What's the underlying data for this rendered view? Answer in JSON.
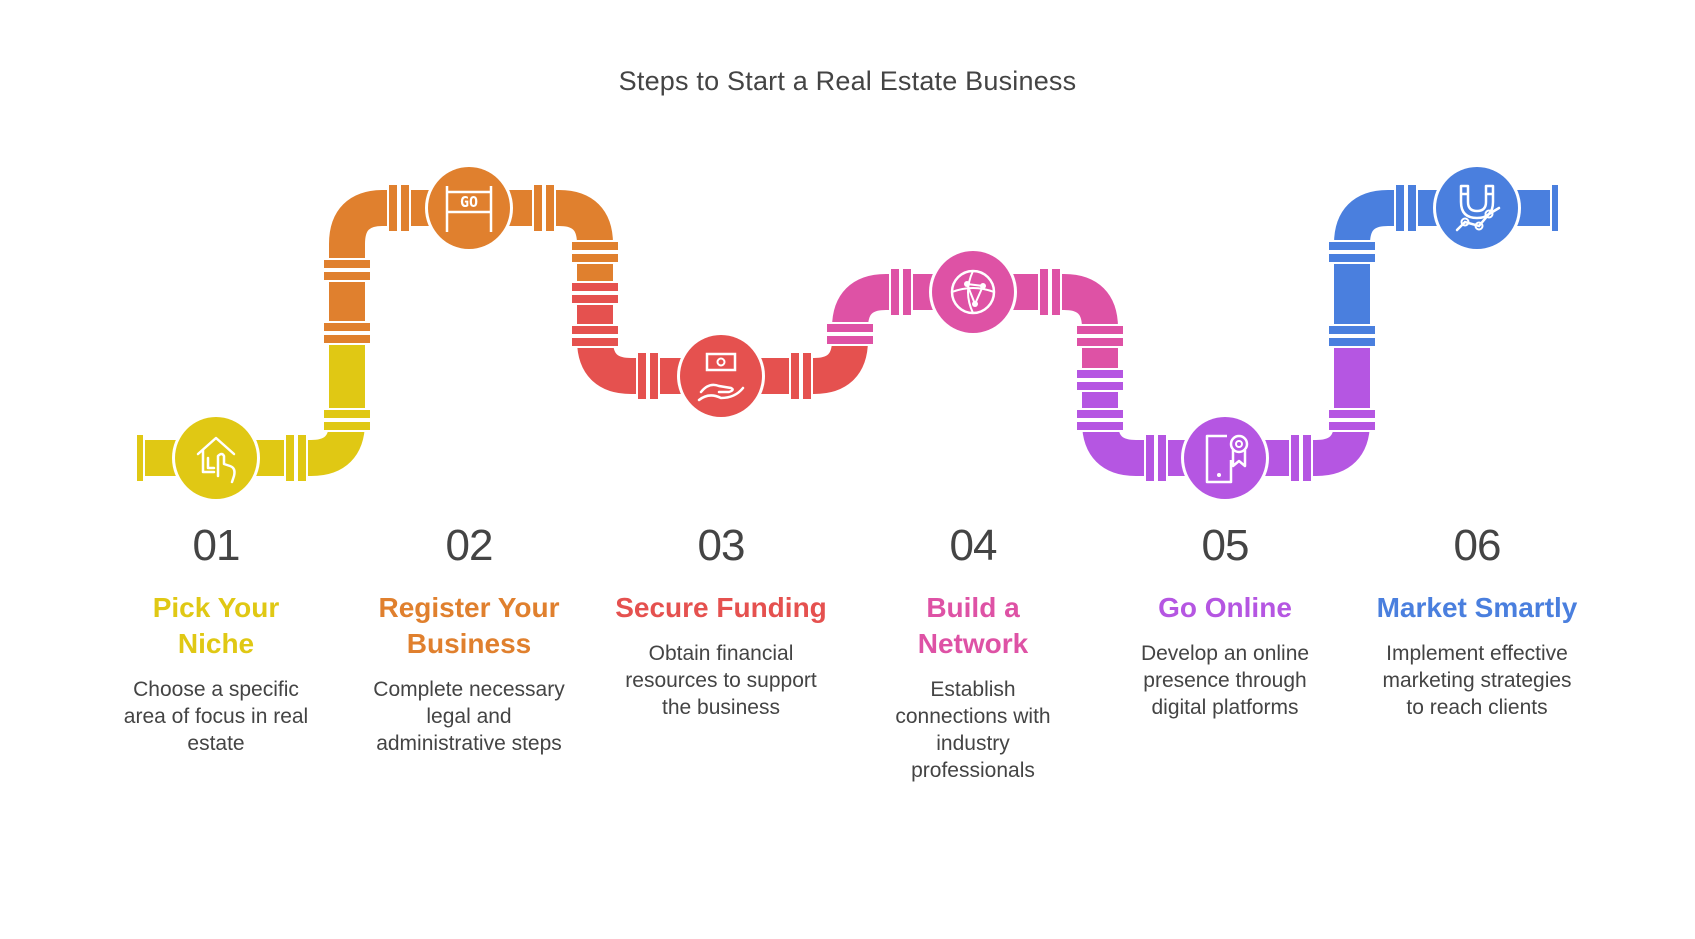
{
  "title": "Steps to Start a Real Estate Business",
  "steps": [
    {
      "number": "01",
      "heading_lines": [
        "Pick Your",
        "Niche"
      ],
      "description_lines": [
        "Choose a specific",
        "area of focus in real",
        "estate"
      ],
      "icon": "house-hand-icon",
      "color": "#E0C814"
    },
    {
      "number": "02",
      "heading_lines": [
        "Register Your",
        "Business"
      ],
      "description_lines": [
        "Complete necessary",
        "legal and",
        "administrative steps"
      ],
      "icon": "go-sign-icon",
      "color": "#E0802E"
    },
    {
      "number": "03",
      "heading_lines": [
        "Secure Funding"
      ],
      "description_lines": [
        "Obtain financial",
        "resources to support",
        "the business"
      ],
      "icon": "money-hand-icon",
      "color": "#E5514F"
    },
    {
      "number": "04",
      "heading_lines": [
        "Build a",
        "Network"
      ],
      "description_lines": [
        "Establish",
        "connections with",
        "industry",
        "professionals"
      ],
      "icon": "globe-network-icon",
      "color": "#DE52A5"
    },
    {
      "number": "05",
      "heading_lines": [
        "Go Online"
      ],
      "description_lines": [
        "Develop an online",
        "presence through",
        "digital platforms"
      ],
      "icon": "phone-award-icon",
      "color": "#B556E2"
    },
    {
      "number": "06",
      "heading_lines": [
        "Market Smartly"
      ],
      "description_lines": [
        "Implement effective",
        "marketing strategies",
        "to reach clients"
      ],
      "icon": "magnet-chart-icon",
      "color": "#4A7FDE"
    }
  ],
  "go_sign_text": "GO"
}
